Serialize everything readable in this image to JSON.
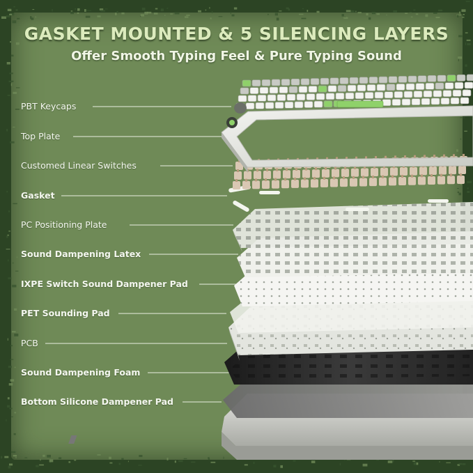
{
  "header": {
    "title": "GASKET MOUNTED & 5 SILENCING LAYERS",
    "subtitle": "Offer Smooth Typing Feel & Pure Typing Sound"
  },
  "layers": [
    {
      "label": "PBT Keycaps",
      "bold": false
    },
    {
      "label": "Top Plate",
      "bold": false
    },
    {
      "label": "Customed Linear Switches",
      "bold": false
    },
    {
      "label": "Gasket",
      "bold": true
    },
    {
      "label": "PC Positioning Plate",
      "bold": false
    },
    {
      "label": "Sound Dampening Latex",
      "bold": true
    },
    {
      "label": "IXPE Switch Sound Dampener Pad",
      "bold": true
    },
    {
      "label": "PET Sounding Pad",
      "bold": true
    },
    {
      "label": "PCB",
      "bold": false
    },
    {
      "label": "Sound Dampening Foam",
      "bold": true
    },
    {
      "label": "Bottom Silicone Dampener Pad",
      "bold": true
    }
  ],
  "colors": {
    "background": "#2c4424",
    "panel": "#6f8a57",
    "title": "#dcebbd",
    "accent_key": "#8fd16a"
  }
}
